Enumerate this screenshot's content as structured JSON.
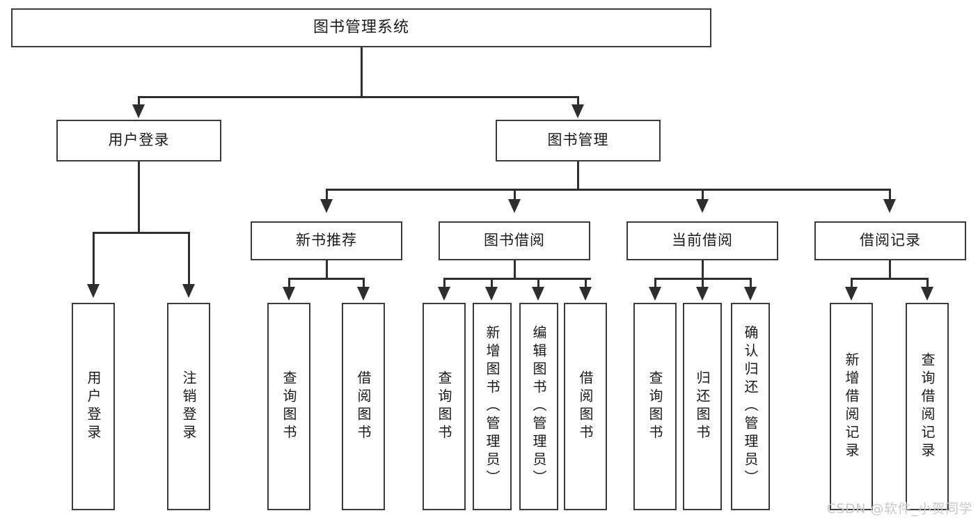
{
  "diagram": {
    "title": "图书管理系统",
    "type": "tree",
    "watermark": "CSDN @软件_小贺同学",
    "colors": {
      "box_border": "#3b3b3b",
      "connector": "#2e2e2e",
      "text": "#1a1a1a",
      "background": "#ffffff",
      "watermark": "#c9c9c9"
    },
    "root": {
      "label": "图书管理系统"
    },
    "level2": [
      {
        "label": "用户登录"
      },
      {
        "label": "图书管理"
      }
    ],
    "level3": [
      {
        "label": "新书推荐"
      },
      {
        "label": "图书借阅"
      },
      {
        "label": "当前借阅"
      },
      {
        "label": "借阅记录"
      }
    ],
    "leaves": {
      "user_login": [
        {
          "label": "用户登录"
        },
        {
          "label": "注销登录"
        }
      ],
      "new_book": [
        {
          "label": "查询图书"
        },
        {
          "label": "借阅图书"
        }
      ],
      "book_borrow": [
        {
          "label": "查询图书"
        },
        {
          "label": "新增图书（管理员）"
        },
        {
          "label": "编辑图书（管理员）"
        },
        {
          "label": "借阅图书"
        }
      ],
      "current_borrow": [
        {
          "label": "查询图书"
        },
        {
          "label": "归还图书"
        },
        {
          "label": "确认归还（管理员）"
        }
      ],
      "borrow_record": [
        {
          "label": "新增借阅记录"
        },
        {
          "label": "查询借阅记录"
        }
      ]
    }
  }
}
